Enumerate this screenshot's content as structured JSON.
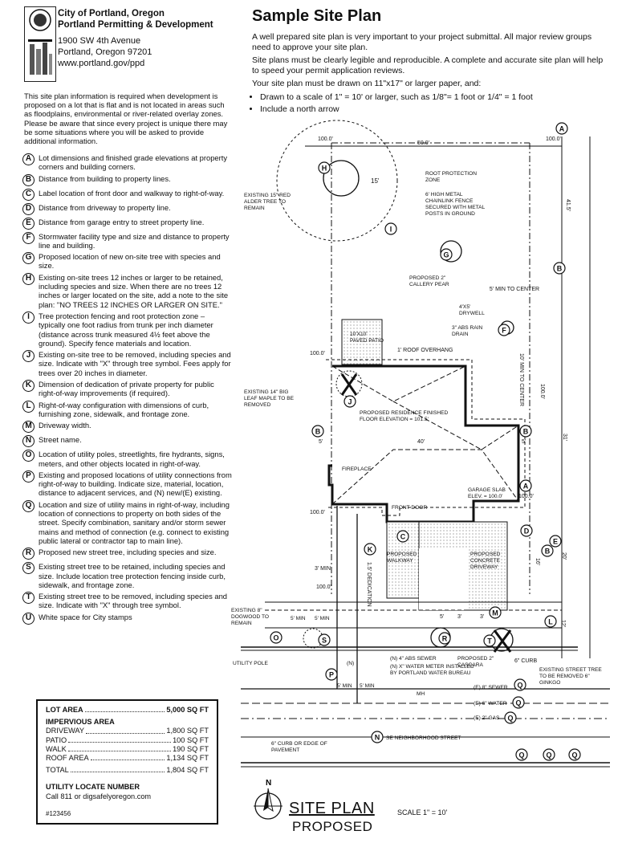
{
  "header": {
    "org_lines": [
      "City of Portland, Oregon",
      "Portland Permitting & Development"
    ],
    "address_lines": [
      "1900 SW 4th Avenue",
      "Portland, Oregon 97201",
      "www.portland.gov/ppd"
    ]
  },
  "intro": "This site plan information is required when development is proposed on a lot that is flat and is not located in areas such as floodplains, environmental or river-related overlay zones. Please be aware that since every project is unique there may be some situations where you will be asked to provide additional information.",
  "requirements": [
    {
      "letter": "A",
      "text": "Lot dimensions and finished grade elevations at property corners and building corners."
    },
    {
      "letter": "B",
      "text": "Distance from building to property lines."
    },
    {
      "letter": "C",
      "text": "Label location of front door and walkway to right-of-way."
    },
    {
      "letter": "D",
      "text": "Distance from driveway to property line."
    },
    {
      "letter": "E",
      "text": "Distance from garage entry to street property line."
    },
    {
      "letter": "F",
      "text": "Stormwater facility type and size and distance to property line and building."
    },
    {
      "letter": "G",
      "text": "Proposed location of new on-site tree with species and size."
    },
    {
      "letter": "H",
      "text": "Existing on-site trees 12 inches or larger to be retained, including species and size. When there are no trees 12 inches or larger located on the site, add a note to the site plan: \"NO TREES 12 INCHES OR LARGER ON SITE.\""
    },
    {
      "letter": "I",
      "text": "Tree protection fencing and root protection zone – typically one foot radius from trunk per inch diameter (distance across trunk measured 4½ feet above the ground). Specify fence materials and location."
    },
    {
      "letter": "J",
      "text": "Existing on-site tree to be removed, including species and size. Indicate with \"X\" through tree symbol. Fees apply for trees over 20 inches in diameter."
    },
    {
      "letter": "K",
      "text": "Dimension of dedication of private property for public right-of-way improvements (if required)."
    },
    {
      "letter": "L",
      "text": "Right-of-way configuration with dimensions of curb, furnishing zone, sidewalk, and frontage zone."
    },
    {
      "letter": "M",
      "text": "Driveway width."
    },
    {
      "letter": "N",
      "text": "Street name."
    },
    {
      "letter": "O",
      "text": "Location of utility poles, streetlights, fire hydrants, signs, meters, and other objects located in right-of-way."
    },
    {
      "letter": "P",
      "text": "Existing and proposed locations of utility connections from right-of-way to building. Indicate size, material, location, distance to adjacent services, and (N) new/(E) existing."
    },
    {
      "letter": "Q",
      "text": "Location and size of utility mains in right-of-way, including location of connections to property on both sides of the street. Specify combination, sanitary and/or storm sewer mains and method of connection (e.g. connect to existing public lateral or contractor tap to main line)."
    },
    {
      "letter": "R",
      "text": "Proposed new street tree, including species and size."
    },
    {
      "letter": "S",
      "text": "Existing street tree to be retained, including species and size. Include location tree protection fencing inside curb, sidewalk, and frontage zone."
    },
    {
      "letter": "T",
      "text": "Existing street tree to be removed, including species and size. Indicate with \"X\" through tree symbol."
    },
    {
      "letter": "U",
      "text": "White space for City stamps"
    }
  ],
  "summary": {
    "lot_area": {
      "label": "LOT AREA",
      "value": "5,000 SQ FT"
    },
    "impervious_heading": "IMPERVIOUS AREA",
    "items": [
      {
        "label": "DRIVEWAY",
        "value": "1,800  SQ FT"
      },
      {
        "label": "PATIO",
        "value": "100 SQ FT"
      },
      {
        "label": "WALK",
        "value": "190 SQ FT"
      },
      {
        "label": "ROOF AREA",
        "value": "1,134 SQ FT"
      }
    ],
    "total": {
      "label": "TOTAL",
      "value": "1,804 SQ FT"
    },
    "utility_heading": "UTILITY LOCATE NUMBER",
    "utility_text": "Call 811 or digsafelyoregon.com",
    "ref": "#123456"
  },
  "title": "Sample Site Plan",
  "paragraphs": [
    "A well prepared site plan is very important to your project submittal. All major review groups need to approve your site plan.",
    "Site plans must be clearly legible and reproducible. A complete and accurate site plan will help to speed your permit application reviews.",
    "Your site plan must be drawn on 11\"x17\" or larger paper, and:"
  ],
  "bullets": [
    "Drawn to a scale of 1\" = 10' or larger, such as 1/8\"= 1 foot or 1/4\" = 1 foot",
    "Include a north arrow"
  ],
  "plan": {
    "dims": {
      "d100": "100.0'",
      "d50": "50.0'",
      "d415": "41.5'",
      "d31": "31'",
      "d20": "20'",
      "d16": "16'",
      "d12": "12'",
      "d100v": "100.0'",
      "d5": "5'",
      "d3": "3'",
      "d40": "40'",
      "d15": "15'",
      "d3min": "3' MIN",
      "d5min": "5' MIN",
      "ded": "1.5' DEDICATION",
      "curb6": "6\" CURB",
      "roof": "1' ROOF OVERHANG",
      "min5": "5' MIN TO CENTER",
      "min10": "10' MIN TO CENTER"
    },
    "notes": {
      "alder": "EXISTING 15\" RED ALDER TREE TO REMAIN",
      "rpz": "ROOT PROTECTION ZONE",
      "fence": "6' HIGH METAL CHAINLINK FENCE SECURED WITH METAL POSTS IN GROUND",
      "pear": "PROPOSED 2\" CALLERY PEAR",
      "drywell": "4'X5' DRYWELL",
      "rain": "3\" ABS RAIN DRAIN",
      "patio": "10'X10' PAVED PATIO",
      "maple": "EXISTING 14\" BIG LEAF MAPLE TO BE REMOVED",
      "residence": "PROPOSED RESIDENCE FINISHED FLOOR ELEVATION = 101.5'",
      "fireplace": "FIREPLACE",
      "garage": "GARAGE SLAB ELEV. = 100.0'",
      "door": "FRONT DOOR",
      "walkway": "PROPOSED WALKWAY",
      "driveway": "PROPOSED CONCRETE DRIVEWAY",
      "dogwood": "EXISTING 8\" DOGWOOD TO REMAIN",
      "pole": "UTILITY POLE",
      "sewer": "(N) 4\" ABS SEWER",
      "meter": "(N) X\" WATER METER INSTALLED BY PORTLAND WATER BUREAU",
      "cascara": "PROPOSED 2\" CASCARA",
      "ginkgo": "EXISTING STREET TREE TO BE REMOVED 6\" GINKGO",
      "esewer": "(E) 8\" SEWER",
      "ewater": "(E) 6\" WATER",
      "egas": "(E) 2\" GAS",
      "street": "SE NEIGHBORHOOD STREET",
      "curbedge": "6\" CURB OR EDGE OF PAVEMENT",
      "nmark": "(N)",
      "mh": "MH"
    },
    "title": "SITE PLAN",
    "subtitle": "PROPOSED",
    "scale": "SCALE 1\" = 10'",
    "north": "N"
  },
  "colors": {
    "ink": "#111111",
    "paving": "#d8d8d8"
  }
}
